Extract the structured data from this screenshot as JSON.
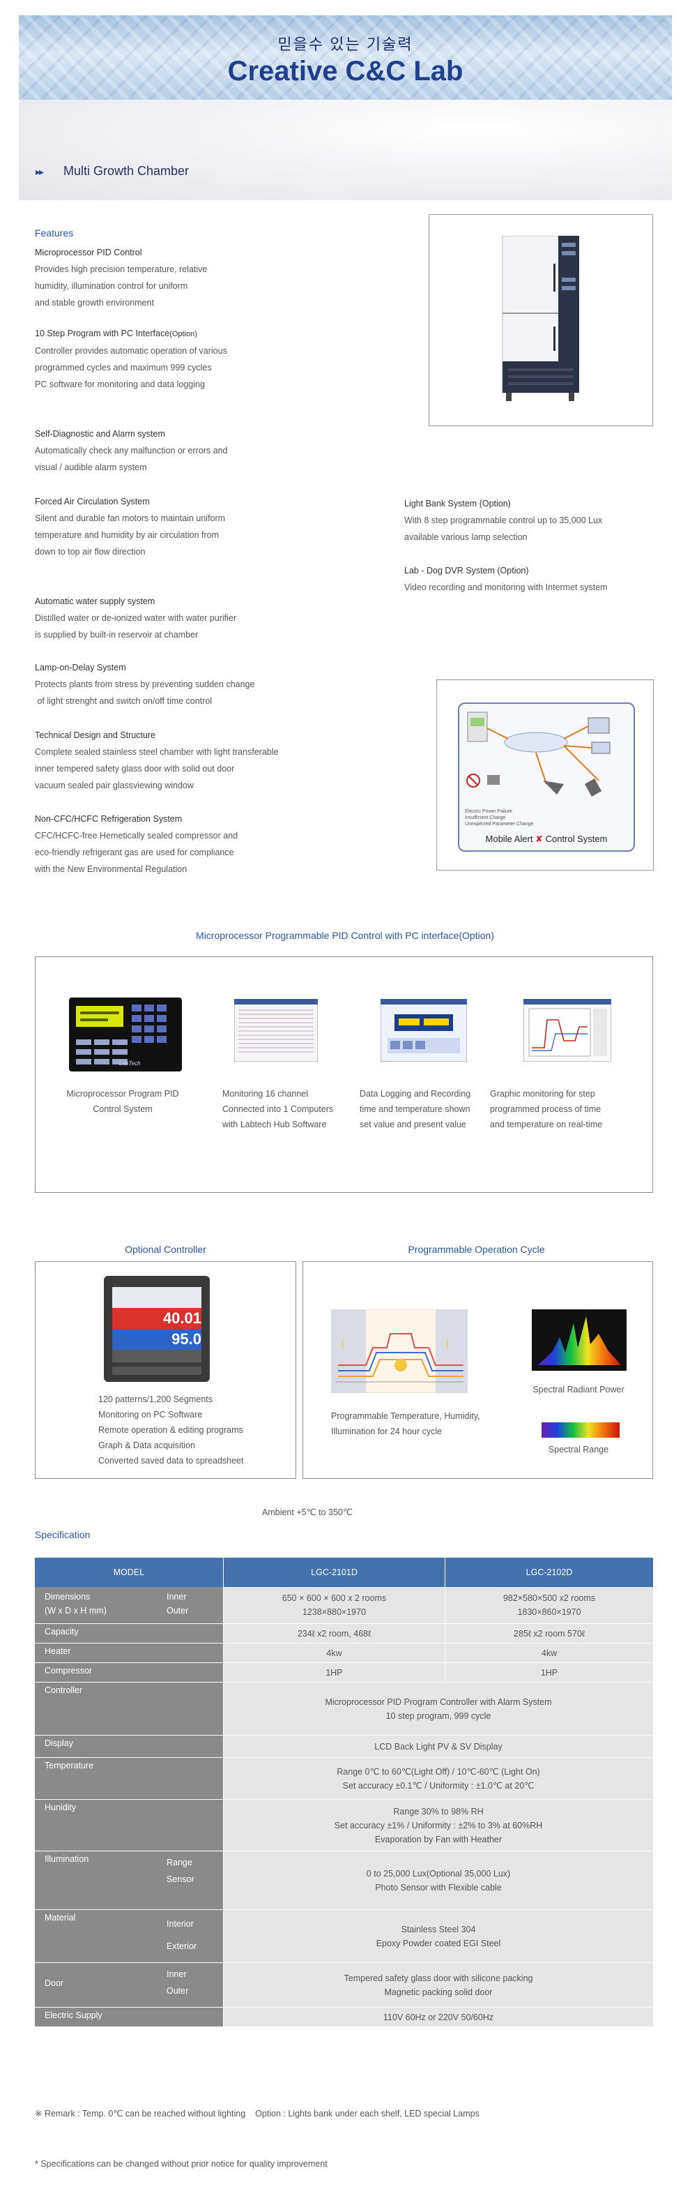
{
  "banner": {
    "korean_tagline": "믿을수 있는 기술력",
    "brand": "Creative C&C Lab"
  },
  "page": {
    "arrow_icon": "▸▸",
    "title": "Multi Growth Chamber"
  },
  "features": {
    "title": "Features",
    "items": [
      {
        "heading": "Microprocessor PID Control",
        "heading_option": "",
        "lines": [
          "Provides high precision temperature, relative",
          "humidity, illumination control for uniform",
          "and stable growth environment"
        ]
      },
      {
        "heading": "10 Step Program with PC Interface",
        "heading_option": "(Option)",
        "lines": [
          "Controller provides automatic operation of various",
          "programmed cycles and maximum 999 cycles",
          "PC software for monitoring and data logging"
        ]
      },
      {
        "heading": "Self-Diagnostic and Alarm system",
        "heading_option": "",
        "lines": [
          "Automatically check any malfunction or errors and",
          "visual / audible alarm system"
        ]
      },
      {
        "heading": "Forced Air Circulation System",
        "heading_option": "",
        "lines": [
          "Silent and durable fan motors to maintain uniform",
          "temperature and humidity by air circulation from",
          "down to top air flow direction"
        ]
      },
      {
        "heading": "Automatic water supply system",
        "heading_option": "",
        "lines": [
          "Distilled water or de-ionized water with water purifier",
          "is supplied by built-in reservoir at chamber"
        ]
      },
      {
        "heading": "Lamp-on-Delay System",
        "heading_option": "",
        "lines": [
          "Protects plants from stress by preventing sudden change",
          " of light strenght and switch on/off time control"
        ]
      },
      {
        "heading": "Technical Design and Structure",
        "heading_option": "",
        "lines": [
          "Complete sealed stainless steel chamber with light transferable",
          "inner tempered safety glass door with solid out door",
          "vacuum sealed pair glassviewing window"
        ]
      },
      {
        "heading": "Non-CFC/HCFC Refrigeration System",
        "heading_option": "",
        "lines": [
          "CFC/HCFC-free Hemetically sealed compressor and",
          "eco-friendly refrigerant gas are used for compliance",
          "with the New Environmental Regulation"
        ]
      }
    ],
    "right_items": [
      {
        "heading": "Light Bank System (Option)",
        "lines": [
          "With 8 step programmable control up to 35,000 Lux",
          "available various lamp selection"
        ]
      },
      {
        "heading": "Lab - Dog DVR System (Option)",
        "lines": [
          "Video recording and monitoring with Intermet system"
        ]
      }
    ],
    "diagram_caption_a": "Mobile Alert",
    "diagram_caption_b": "Control System",
    "diagram_legend": [
      "Electric Power Failure",
      "Insufficient Charge",
      "Unexpected Parameter Change"
    ]
  },
  "pid_section": {
    "title": "Microprocessor Programmable PID Control with PC interface(Option)",
    "items": [
      {
        "lines": [
          "Microprocessor Program PID",
          "Control System"
        ]
      },
      {
        "lines": [
          "Monitoring 16 channel",
          "Connected into 1 Computers",
          "with Labtech Hub Software"
        ]
      },
      {
        "lines": [
          "Data Logging and Recording",
          "time and temperature shown",
          "set value and present value"
        ]
      },
      {
        "lines": [
          "Graphic monitoring for step",
          "programmed process of time",
          "and temperature on real-time"
        ]
      }
    ],
    "controller_screen_brand": "LabTech"
  },
  "optional_controller": {
    "title": "Optional Controller",
    "display_top": "40.01",
    "display_bottom": "95.0",
    "lines": [
      "120 patterns/1,200 Segments",
      "Monitoring on PC Software",
      "Remote operation & editing programs",
      "Graph & Data acquisition",
      "Converted saved data to spreadsheet"
    ]
  },
  "operation_cycle": {
    "title": "Programmable Operation Cycle",
    "caption_lines": [
      "Programmable Temperature, Humidity,",
      "Illumination for 24 hour cycle"
    ],
    "spectral_power": "Spectral Radiant Power",
    "spectral_range": "Spectral Range"
  },
  "ambient": "Ambient +5℃ to 350℃",
  "specification": {
    "title": "Specification",
    "headers": [
      "MODEL",
      "LGC-2101D",
      "LGC-2102D"
    ],
    "rows": [
      {
        "label": "Dimensions\n(W x D x H mm)",
        "sub": [
          "Inner",
          "Outer"
        ],
        "v1": [
          "650 × 600 × 600 x 2 rooms",
          "1238×880×1970"
        ],
        "v2": [
          "982×580×500 x2 rooms",
          "1830×860×1970"
        ]
      },
      {
        "label": "Capacity",
        "sub": [],
        "v1": [
          "234ℓ x2 room, 468ℓ"
        ],
        "v2": [
          "285ℓ x2 room 570ℓ"
        ]
      },
      {
        "label": "Heater",
        "sub": [],
        "v1": [
          "4kw"
        ],
        "v2": [
          "4kw"
        ]
      },
      {
        "label": "Compressor",
        "sub": [],
        "v1": [
          "1HP"
        ],
        "v2": [
          "1HP"
        ]
      },
      {
        "label": "Controller",
        "sub": [],
        "span": [
          "Microprocessor PID Program Controller with Alarm System",
          "10 step program, 999 cycle"
        ]
      },
      {
        "label": "Display",
        "sub": [],
        "span": [
          "LCD Back Light PV & SV Display"
        ]
      },
      {
        "label": "Temperature",
        "sub": [],
        "span": [
          "Range 0℃ to 60℃(Light Off) / 10℃-60℃ (Light On)",
          "Set accuracy ±0.1℃ / Uniformity : ±1.0℃ at 20℃"
        ]
      },
      {
        "label": "Hunidity",
        "sub": [],
        "span": [
          "Range 30% to 98% RH",
          "Set accuracy ±1% / Uniformity : ±2% to 3% at 60%RH",
          "Evaporation by Fan with Heather"
        ]
      },
      {
        "label": "Illumination",
        "sub": [
          "Range",
          "Sensor"
        ],
        "span": [
          "0 to 25,000 Lux(Optional 35,000 Lux)",
          "Photo Sensor with Flexible cable"
        ]
      },
      {
        "label": "Material",
        "sub": [
          "Interior",
          "Exterior"
        ],
        "span": [
          "Stainless Steel 304",
          "Epoxy Powder coated EGI Steel"
        ]
      },
      {
        "label": "Door",
        "sub": [
          "Inner",
          "Outer"
        ],
        "span": [
          "Tempered safety glass door with silicone packing",
          "Magnetic packing solid door"
        ]
      },
      {
        "label": "Electric Supply",
        "sub": [],
        "span": [
          "110V 60Hz or 220V 50/60Hz"
        ]
      }
    ]
  },
  "remarks": [
    "※ Remark : Temp. 0℃ can be reached without lighting    Option : Lights bank under each shelf, LED special Lamps",
    "* Specifications can be changed without prior notice for quality improvement"
  ],
  "colors": {
    "accent_blue": "#2a55a8",
    "table_header": "#4372ad",
    "label_gray": "#8a8a8a",
    "value_gray": "#e5e5e5"
  }
}
